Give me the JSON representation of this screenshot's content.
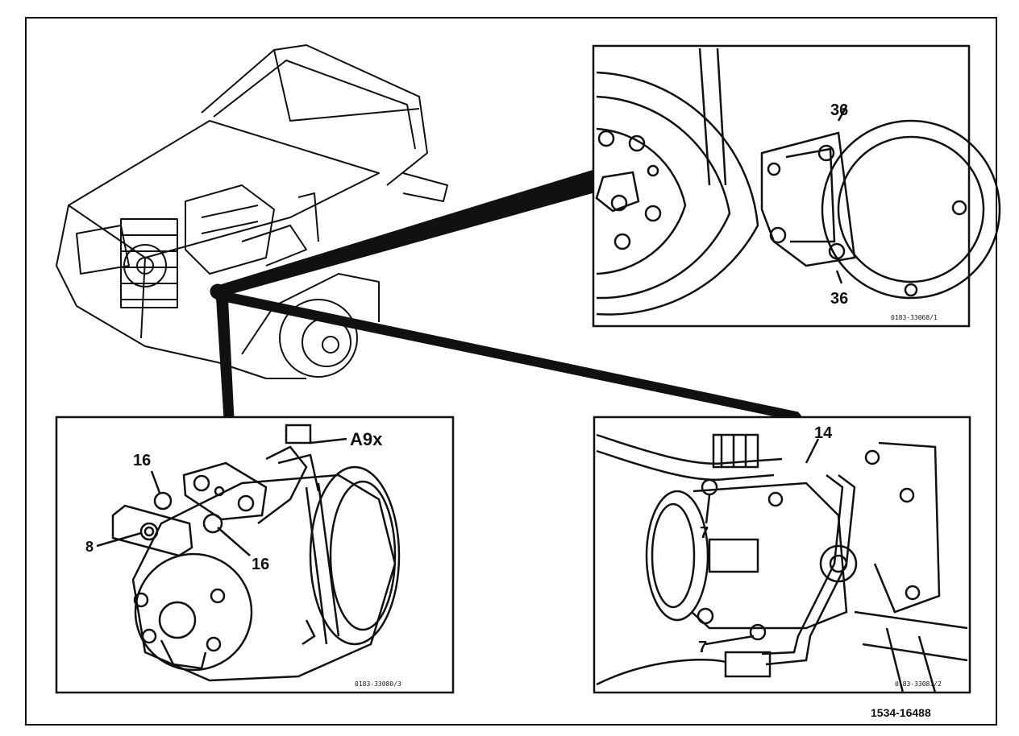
{
  "figure_id": "1534-16488",
  "panel_top_right": {
    "callouts": [
      "36",
      "36"
    ],
    "ref_code": "0183-33068/1"
  },
  "panel_bottom_left": {
    "callouts": [
      "16",
      "16",
      "8",
      "A9x"
    ],
    "ref_code": "0183-33080/3"
  },
  "panel_bottom_right": {
    "callouts": [
      "14",
      "7",
      "7"
    ],
    "ref_code": "0183-33081/2"
  }
}
